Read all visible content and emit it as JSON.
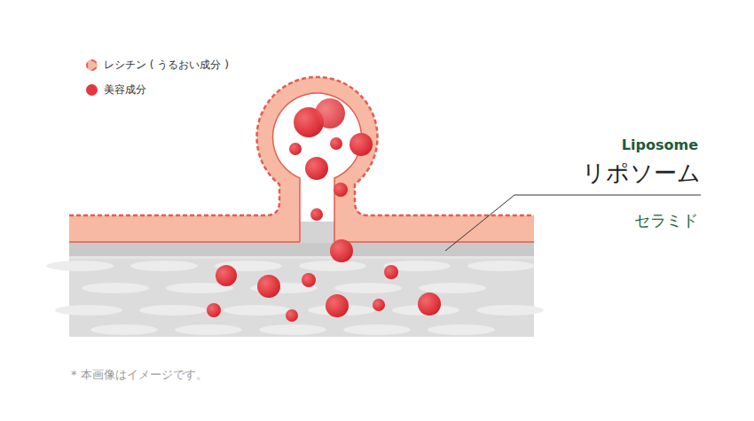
{
  "diagram": {
    "labels": [
      "Liposome",
      "リポソーム",
      "セラミド",
      "* 本画像はイメージです。"
    ],
    "legend": [
      {
        "text": "レシチン ( うるおい成分 )",
        "color": "#f7b9a3"
      },
      {
        "text": "美容成分",
        "color": "#e0383e"
      }
    ]
  }
}
